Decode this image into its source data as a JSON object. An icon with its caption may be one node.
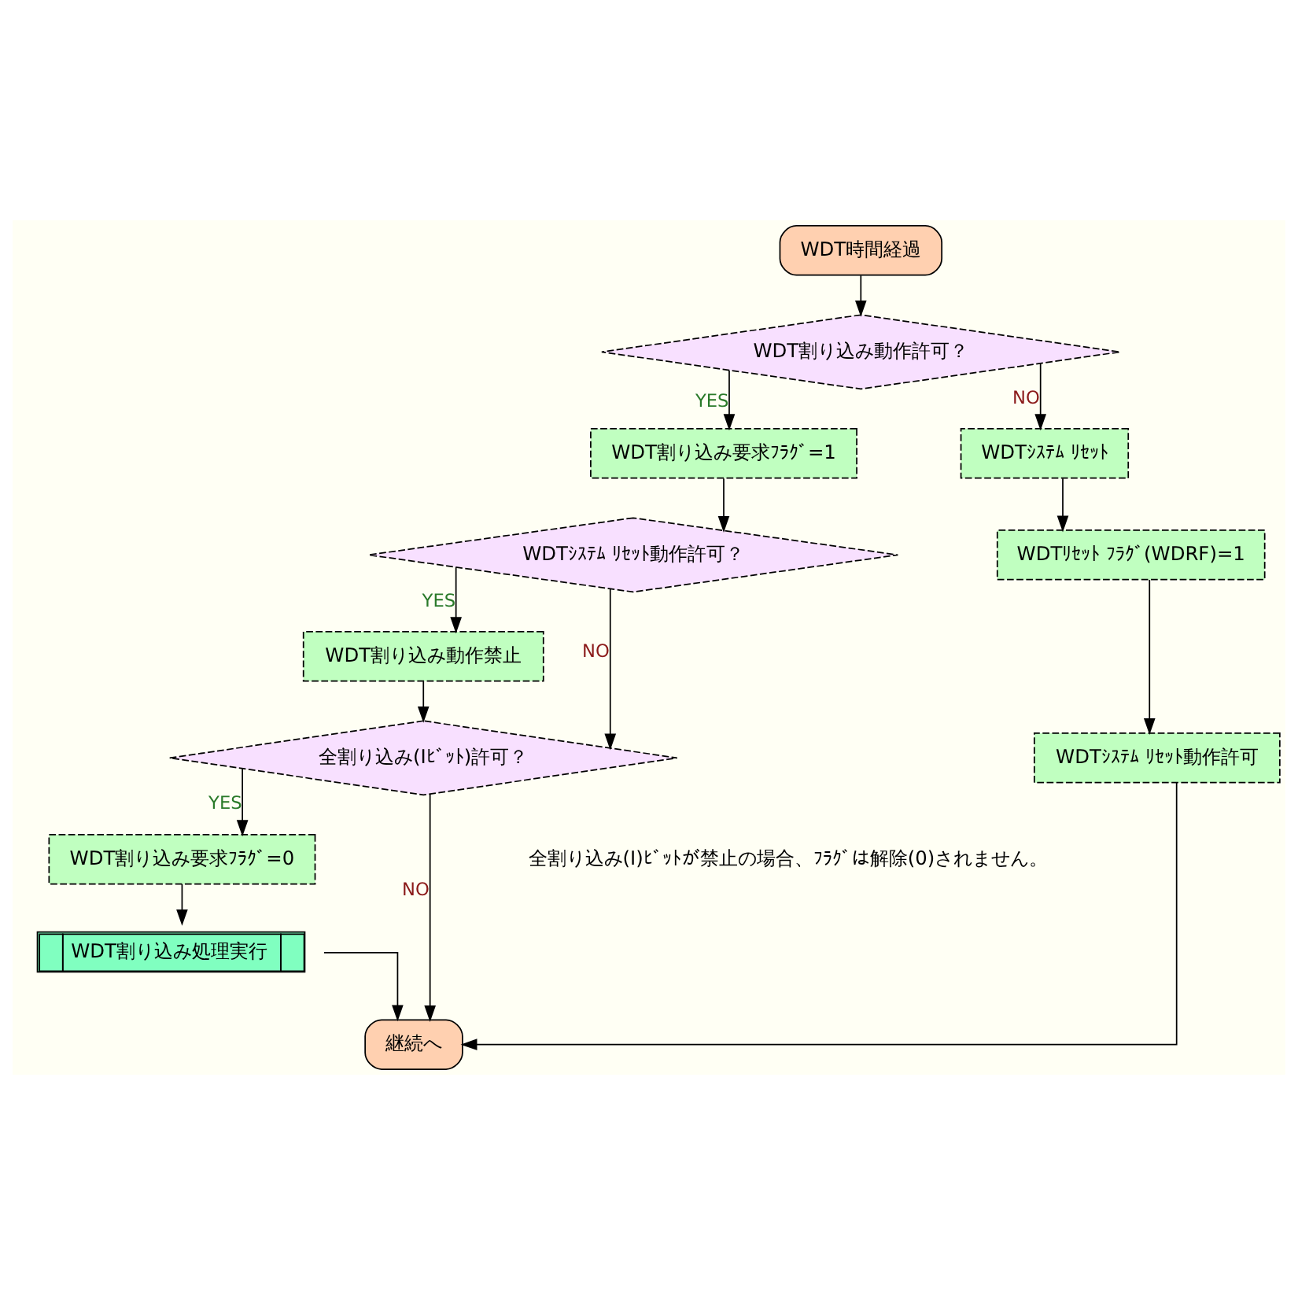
{
  "diagram": {
    "nodes": [
      {
        "text": [
          "WDT時間経過"
        ]
      },
      {
        "text": [
          "WDT割り込み動作許可？"
        ]
      },
      {
        "text": [
          "WDT割り込み要求ﾌﾗｸﾞ=1"
        ]
      },
      {
        "text": [
          "WDTｼｽﾃﾑ ﾘｾｯﾄ"
        ]
      },
      {
        "text": [
          "WDTｼｽﾃﾑ ﾘｾｯﾄ動作許可？"
        ]
      },
      {
        "text": [
          "WDTﾘｾｯﾄ ﾌﾗｸﾞ(WDRF)=1"
        ]
      },
      {
        "text": [
          "WDT割り込み動作禁止"
        ]
      },
      {
        "text": [
          "WDTｼｽﾃﾑ ﾘｾｯﾄ動作許可"
        ]
      },
      {
        "text": [
          "全割り込み(Iﾋﾞｯﾄ)許可？"
        ]
      },
      {
        "text": [
          "WDT割り込み要求ﾌﾗｸﾞ=0"
        ]
      },
      {
        "text": [
          "WDT割り込み処理実行"
        ]
      },
      {
        "text": [
          "継続へ"
        ]
      }
    ],
    "edges": [
      {
        "from": 0,
        "to": 1,
        "arrow": "to"
      },
      {
        "from": 1,
        "to": 2,
        "arrow": "to",
        "label": "YES"
      },
      {
        "from": 1,
        "to": 3,
        "arrow": "to",
        "label": "NO"
      },
      {
        "from": 2,
        "to": 4,
        "arrow": "to"
      },
      {
        "from": 4,
        "to": 6,
        "arrow": "to",
        "label": "YES"
      },
      {
        "from": 4,
        "to": 8,
        "arrow": "to",
        "label": "NO"
      },
      {
        "from": 6,
        "to": 8,
        "arrow": "to"
      },
      {
        "from": 8,
        "to": 9,
        "arrow": "to",
        "label": "YES"
      },
      {
        "from": 8,
        "to": 11,
        "arrow": "to",
        "label": "NO"
      },
      {
        "from": 9,
        "to": 10,
        "arrow": "to"
      },
      {
        "from": 10,
        "to": 11,
        "arrow": "to"
      },
      {
        "from": 3,
        "to": 5,
        "arrow": "to"
      },
      {
        "from": 5,
        "to": 7,
        "arrow": "to"
      },
      {
        "from": 7,
        "to": 11,
        "arrow": "to"
      }
    ],
    "labels": [
      "全割り込み(I)ﾋﾞｯﾄが禁止の場合、ﾌﾗｸﾞは解除(0)されません。"
    ]
  }
}
